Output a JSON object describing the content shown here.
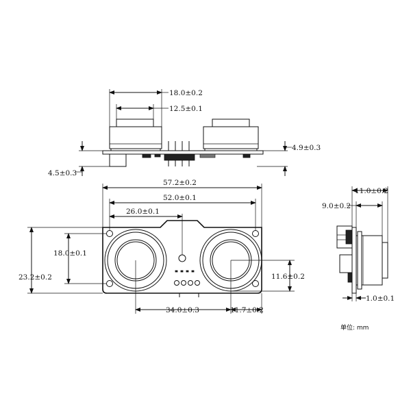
{
  "top_view": {
    "dim_outer_width": "18.0±0.2",
    "dim_inner_width": "12.5±0.1",
    "dim_left_height": "4.5±0.3",
    "dim_right_height": "4.9±0.3"
  },
  "front_view": {
    "dim_total_width": "57.2±0.2",
    "dim_hole_spacing": "52.0±0.1",
    "dim_center_offset": "26.0±0.1",
    "dim_total_height": "23.2±0.2",
    "dim_hole_vertical": "18.0±0.1",
    "dim_sensor_diameter": "11.6±0.2",
    "dim_sensor_spacing": "34.0±0.3",
    "dim_sensor_edge": "11.7±0.2"
  },
  "side_view": {
    "dim_depth": "11.0±0.2",
    "dim_sensor_depth": "9.0±0.2",
    "dim_board_thickness": "1.0±0.1"
  },
  "unit_label": "单位: mm"
}
